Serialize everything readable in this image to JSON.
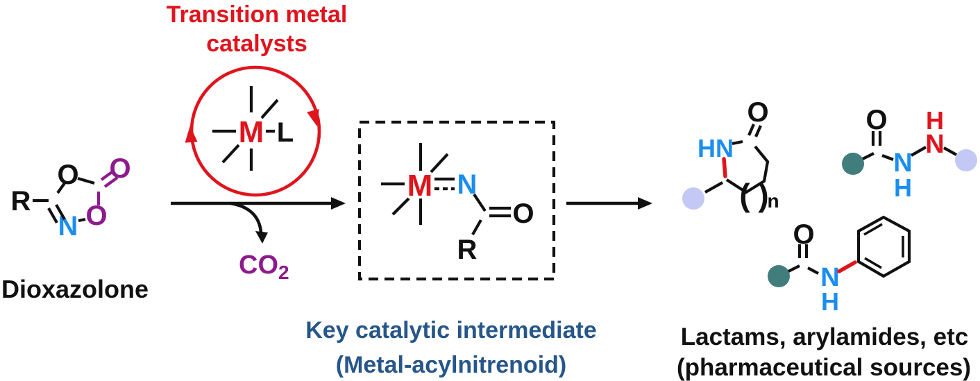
{
  "colors": {
    "red": "#e0141d",
    "purple": "#8e1b8e",
    "blue": "#1b8ef0",
    "dark_blue": "#26568a",
    "black": "#111111",
    "teal_sphere": "#417d7d",
    "lavender_sphere": "#c3c9f4",
    "background": "#ffffff"
  },
  "catalyst": {
    "title_line1": "Transition metal",
    "title_line2": "catalysts",
    "metal_label": "M",
    "ligand_label": "L"
  },
  "dioxazolone": {
    "name": "Dioxazolone",
    "r_group": "R",
    "ring_o_top": "O",
    "carbonyl_o": "O",
    "ring_o_right": "O",
    "ring_n": "N"
  },
  "byproduct": {
    "formula_main": "CO",
    "formula_sub": "2"
  },
  "intermediate": {
    "metal_label": "M",
    "nitrogen_label": "N",
    "oxygen_label": "O",
    "r_group": "R",
    "caption_line1": "Key catalytic intermediate",
    "caption_line2": "(Metal-acylnitrenoid)"
  },
  "products": {
    "caption_line1": "Lactams, arylamides, etc",
    "caption_line2": "(pharmaceutical sources)",
    "lactam": {
      "nh_label": "HN",
      "oxygen_label": "O",
      "paren_open": "(",
      "paren_close": ")",
      "repeat_label": "n"
    },
    "hydrazide": {
      "oxygen_label": "O",
      "n1_label": "N",
      "h1_label": "H",
      "n2_label": "N",
      "h2_label": "H"
    },
    "anilide": {
      "oxygen_label": "O",
      "n_label": "N",
      "h_label": "H"
    }
  }
}
